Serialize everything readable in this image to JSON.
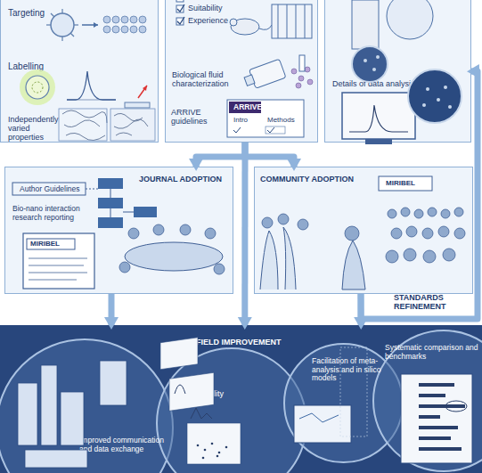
{
  "diagram": {
    "nodes": [
      {
        "text": [
          "Targeting",
          "Labelling",
          "Independently varied properties"
        ]
      },
      {
        "text": [
          "Suitability",
          "Experience",
          "Biological fluid characterization",
          "ARRIVE guidelines"
        ]
      },
      {
        "text": [
          "Details of data analysis"
        ]
      },
      {
        "text": [
          "JOURNAL ADOPTION",
          "Author Guidelines",
          "Bio-nano interaction research reporting"
        ]
      },
      {
        "text": [
          "COMMUNITY ADOPTION"
        ]
      },
      {
        "text": [
          "FIELD IMPROVEMENT"
        ]
      },
      {
        "text": [
          "Improved communication and data exchange"
        ],
        "in": 5
      },
      {
        "text": [
          "Reproducibility"
        ],
        "in": 5
      },
      {
        "text": [
          "Facilitation of meta-analysis and in silico models"
        ],
        "in": 5
      },
      {
        "text": [
          "Systematic comparison and benchmarks"
        ],
        "in": 5
      }
    ],
    "edges": [
      {
        "from": 1,
        "to": 3,
        "arrow": "to"
      },
      {
        "from": 1,
        "to": 4,
        "arrow": "to"
      },
      {
        "from": 1,
        "to": 5,
        "arrow": "to"
      },
      {
        "from": 3,
        "to": 5,
        "arrow": "to"
      },
      {
        "from": 4,
        "to": 5,
        "arrow": "to"
      },
      {
        "from": 4,
        "to": 2,
        "label": "STANDARDS REFINEMENT",
        "arrow": "to"
      }
    ],
    "labels": [
      "ARRIVE",
      "Intro",
      "Methods",
      "MIRIBEL",
      "MIRIBEL"
    ]
  }
}
